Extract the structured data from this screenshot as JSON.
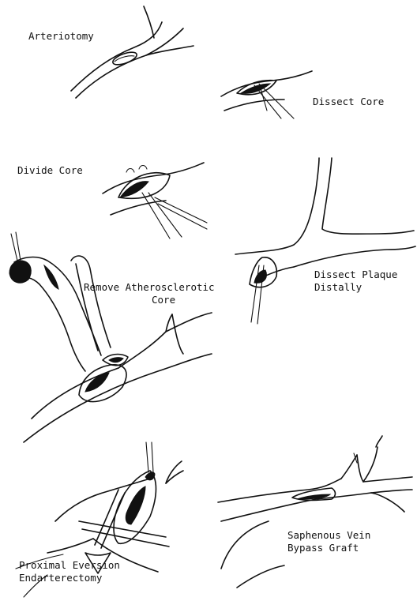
{
  "panels": {
    "arteriotomy": {
      "label": "Arteriotomy"
    },
    "dissect_core": {
      "label": "Dissect Core"
    },
    "divide_core": {
      "label": "Divide Core"
    },
    "dissect_plaque": {
      "line1": "Dissect Plaque",
      "line2": "Distally"
    },
    "remove_core": {
      "line1": "Remove Atherosclerotic",
      "line2": "Core"
    },
    "eversion": {
      "line1": "Proximal Eversion",
      "line2": "Endarterectomy"
    },
    "bypass": {
      "line1": "Saphenous Vein",
      "line2": "Bypass Graft"
    }
  },
  "colors": {
    "ink": "#111111",
    "background": "#ffffff"
  }
}
